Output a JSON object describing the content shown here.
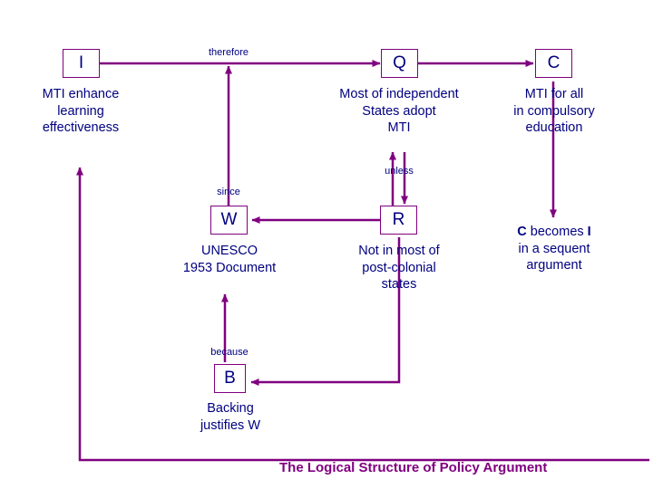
{
  "diagram": {
    "caption": "The Logical Structure of Policy Argument",
    "colors": {
      "arrow": "#800080",
      "box_border": "#800080",
      "text": "#000080",
      "caption": "#800080",
      "background": "#ffffff"
    },
    "nodes": [
      {
        "id": "I",
        "letter": "I",
        "label_lines": [
          "MTI enhance",
          "learning",
          "effectiveness"
        ]
      },
      {
        "id": "Q",
        "letter": "Q",
        "label_lines": [
          "Most of independent",
          "States adopt",
          "MTI"
        ]
      },
      {
        "id": "C",
        "letter": "C",
        "label_lines": [
          "MTI for all",
          "in compulsory",
          "education"
        ]
      },
      {
        "id": "W",
        "letter": "W",
        "label_lines": [
          "UNESCO",
          "1953 Document"
        ]
      },
      {
        "id": "R",
        "letter": "R",
        "label_lines": [
          "Not in most of",
          "post-colonial",
          "states"
        ]
      },
      {
        "id": "B",
        "letter": "B",
        "label_lines": [
          "Backing",
          "justifies W"
        ]
      }
    ],
    "annotations": [
      {
        "id": "c-becomes-i",
        "line1_pre": "C",
        "line1_mid": " becomes ",
        "line1_post": "I",
        "line2": "in a sequent",
        "line3": "argument"
      }
    ],
    "edge_labels": [
      {
        "id": "therefore",
        "text": "therefore"
      },
      {
        "id": "unless",
        "text": "unless"
      },
      {
        "id": "since",
        "text": "since"
      },
      {
        "id": "because",
        "text": "because"
      }
    ]
  }
}
